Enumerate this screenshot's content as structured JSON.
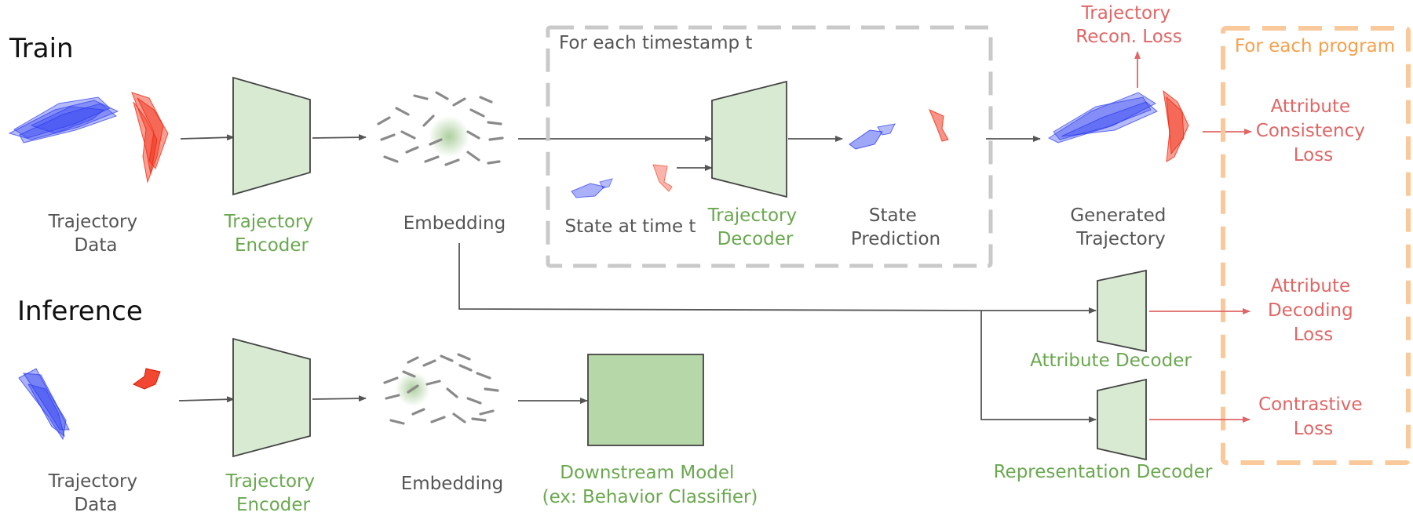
{
  "sections": {
    "train": "Train",
    "inference": "Inference"
  },
  "train": {
    "trajectory_data": [
      "Trajectory",
      "Data"
    ],
    "encoder": [
      "Trajectory",
      "Encoder"
    ],
    "embedding": "Embedding",
    "loop_box_title": "For each timestamp t",
    "state_at_time": "State at time t",
    "decoder": [
      "Trajectory",
      "Decoder"
    ],
    "state_prediction": [
      "State",
      "Prediction"
    ],
    "generated_trajectory": [
      "Generated",
      "Trajectory"
    ],
    "recon_loss": [
      "Trajectory",
      "Recon. Loss"
    ]
  },
  "program_box": {
    "title": "For each program",
    "consistency_loss": [
      "Attribute",
      "Consistency",
      "Loss"
    ],
    "decoding_loss": [
      "Attribute",
      "Decoding",
      "Loss"
    ],
    "contrastive_loss": [
      "Contrastive",
      "Loss"
    ]
  },
  "decoders": {
    "attribute": "Attribute Decoder",
    "representation": "Representation Decoder"
  },
  "inference": {
    "trajectory_data": [
      "Trajectory",
      "Data"
    ],
    "encoder": [
      "Trajectory",
      "Encoder"
    ],
    "embedding": "Embedding",
    "downstream": [
      "Downstream Model",
      "(ex: Behavior Classifier)"
    ]
  },
  "colors": {
    "green_text": "#6aa84f",
    "red_text": "#e06666",
    "orange": "#f6a04d",
    "blue_trajectory": "#2b3bf0",
    "red_trajectory": "#f0280f",
    "module_fill": "#d9ead3",
    "downstream_fill": "#b6d7a8"
  }
}
